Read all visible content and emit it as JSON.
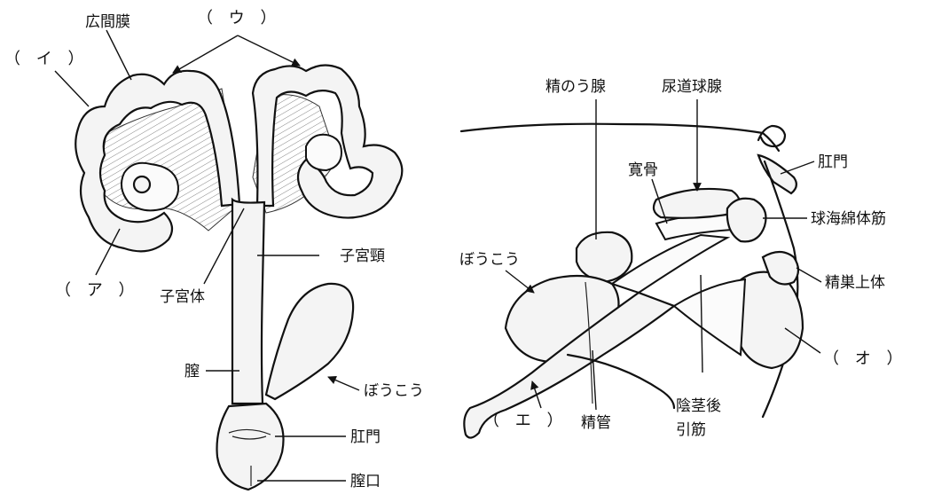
{
  "female": {
    "labels": {
      "broad_ligament": "広間膜",
      "i": "（ イ ）",
      "u": "（ ウ ）",
      "a": "（ ア ）",
      "uterine_body": "子宮体",
      "cervix": "子宮頸",
      "vagina": "膣",
      "bladder": "ぼうこう",
      "anus": "肛門",
      "vaginal_opening": "膣口"
    }
  },
  "male": {
    "labels": {
      "seminal_vesicle": "精のう腺",
      "bulbourethral_gland": "尿道球腺",
      "anus": "肛門",
      "ischium": "寛骨",
      "bulbospongiosus": "球海綿体筋",
      "bladder": "ぼうこう",
      "epididymis": "精巣上体",
      "o": "（ オ ）",
      "e": "（ エ ）",
      "vas_deferens": "精管",
      "retractor_line1": "陰茎後",
      "retractor_line2": "引筋"
    }
  }
}
